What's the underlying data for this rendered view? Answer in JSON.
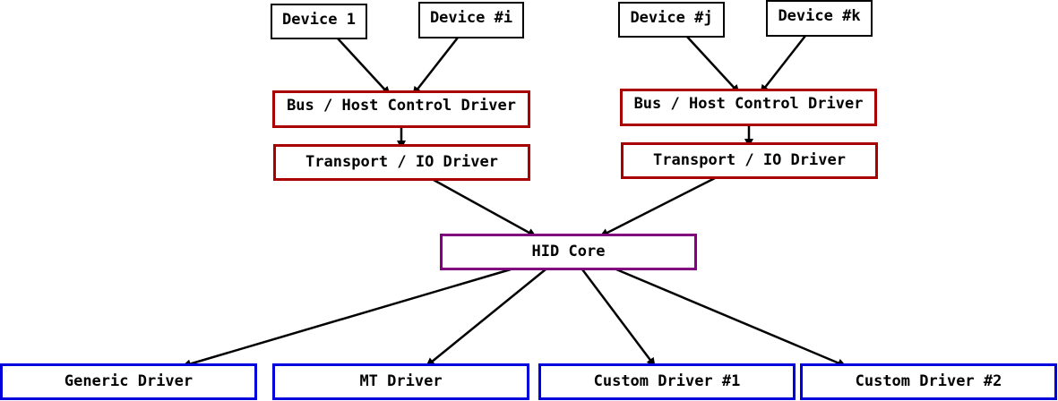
{
  "diagram": {
    "colors": {
      "device_border": "#000000",
      "transport_border": "#aa0000",
      "core_border": "#800080",
      "driver_border": "#0000dd",
      "edge": "#000000"
    },
    "devices": [
      {
        "id": "dev1",
        "label": "Device 1"
      },
      {
        "id": "devi",
        "label": "Device #i"
      },
      {
        "id": "devj",
        "label": "Device #j"
      },
      {
        "id": "devk",
        "label": "Device #k"
      }
    ],
    "bus_drivers": [
      {
        "id": "bus_left",
        "label": "Bus / Host Control Driver"
      },
      {
        "id": "bus_right",
        "label": "Bus / Host Control Driver"
      }
    ],
    "transport_drivers": [
      {
        "id": "transport_left",
        "label": "Transport / IO Driver"
      },
      {
        "id": "transport_right",
        "label": "Transport / IO Driver"
      }
    ],
    "core": {
      "id": "hid_core",
      "label": "HID Core"
    },
    "drivers": [
      {
        "id": "generic",
        "label": "Generic Driver"
      },
      {
        "id": "mt",
        "label": "MT Driver"
      },
      {
        "id": "custom1",
        "label": "Custom Driver #1"
      },
      {
        "id": "custom2",
        "label": "Custom Driver #2"
      }
    ],
    "edges": [
      {
        "from": "dev1",
        "to": "bus_left"
      },
      {
        "from": "devi",
        "to": "bus_left"
      },
      {
        "from": "devj",
        "to": "bus_right"
      },
      {
        "from": "devk",
        "to": "bus_right"
      },
      {
        "from": "bus_left",
        "to": "transport_left"
      },
      {
        "from": "bus_right",
        "to": "transport_right"
      },
      {
        "from": "transport_left",
        "to": "hid_core"
      },
      {
        "from": "transport_right",
        "to": "hid_core"
      },
      {
        "from": "hid_core",
        "to": "generic"
      },
      {
        "from": "hid_core",
        "to": "mt"
      },
      {
        "from": "hid_core",
        "to": "custom1"
      },
      {
        "from": "hid_core",
        "to": "custom2"
      }
    ]
  }
}
